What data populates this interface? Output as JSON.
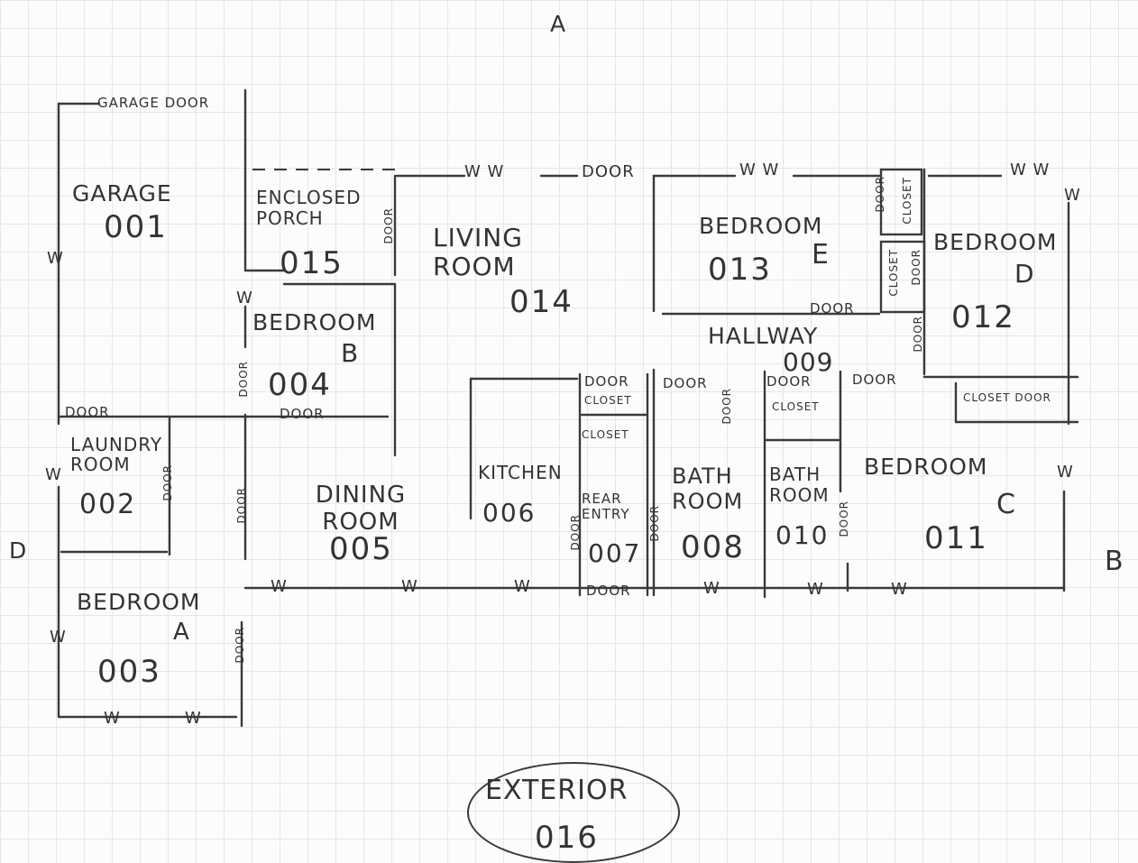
{
  "compass": {
    "north": "A",
    "east": "B",
    "west": "D"
  },
  "garage": {
    "door_label": "GARAGE DOOR",
    "name": "GARAGE",
    "number": "001",
    "wall_label": "W"
  },
  "porch": {
    "name": "ENCLOSED PORCH",
    "number": "015",
    "door_label": "DOOR"
  },
  "living_room": {
    "name": "LIVING ROOM",
    "number": "014",
    "door_label": "DOOR"
  },
  "bedroom_e": {
    "name": "BEDROOM",
    "letter": "E",
    "number": "013",
    "door_label": "DOOR"
  },
  "bedroom_d": {
    "name": "BEDROOM",
    "letter": "D",
    "number": "012"
  },
  "hallway": {
    "name": "HALLWAY",
    "number": "009"
  },
  "bedroom_b": {
    "name": "BEDROOM",
    "letter": "B",
    "number": "004"
  },
  "laundry": {
    "name": "LAUNDRY ROOM",
    "number": "002",
    "door_label": "DOOR"
  },
  "bedroom_a": {
    "name": "BEDROOM",
    "letter": "A",
    "number": "003"
  },
  "dining": {
    "name": "DINING ROOM",
    "number": "005"
  },
  "kitchen": {
    "name": "KITCHEN",
    "number": "006"
  },
  "pantry": {
    "name": "REAR ENTRY",
    "number": "007"
  },
  "bath_008": {
    "name": "BATH ROOM",
    "number": "008"
  },
  "bath_010": {
    "name": "BATH ROOM",
    "number": "010"
  },
  "bedroom_c": {
    "name": "BEDROOM",
    "letter": "C",
    "number": "011"
  },
  "closet_label": "CLOSET",
  "closet_door_label": "CLOSET DOOR",
  "door_label": "DOOR",
  "window_label": "W",
  "window_pair": "W W",
  "exterior": {
    "name": "EXTERIOR",
    "number": "016"
  }
}
